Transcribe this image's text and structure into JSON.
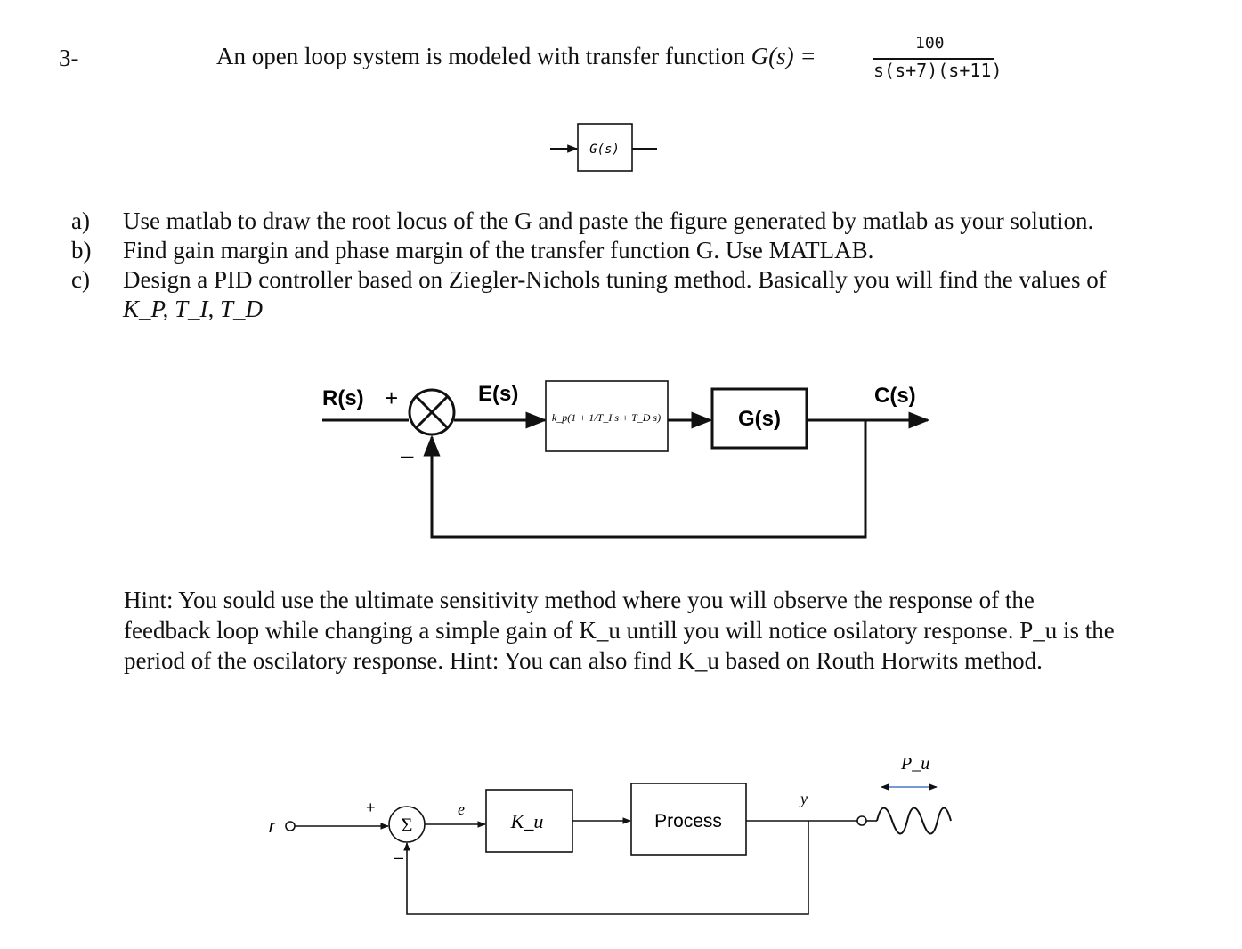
{
  "question": {
    "number": "3-",
    "statement": "An open loop system is modeled with transfer function",
    "transfer_function": {
      "lhs": "G(s) =",
      "numerator": "100",
      "denominator": "s(s+7)(s+11)"
    }
  },
  "block_small": {
    "label": "G(s)"
  },
  "items": [
    {
      "letter": "a)",
      "text": "Use matlab to draw the root locus of the G and paste the figure generated by matlab as your solution."
    },
    {
      "letter": "b)",
      "text": "Find gain margin and phase margin of the transfer function G. Use MATLAB."
    },
    {
      "letter": "c)",
      "text": "Design a PID controller based on Ziegler-Nichols tuning method. Basically you will find the values of",
      "continuation": "K_P, T_I, T_D"
    }
  ],
  "pid_diagram": {
    "input_label": "R(s)",
    "plus_sign": "+",
    "minus_sign": "–",
    "error_label": "E(s)",
    "controller_label": "k_p(1 + 1/T_I s + T_D s)",
    "plant_label": "G(s)",
    "output_label": "C(s)"
  },
  "hint": {
    "lines": [
      "Hint: You sould use the ultimate sensitivity method where you will observe the response of the",
      "feedback loop while changing  a simple gain of K_u untill you will notice osilatory response. P_u is the",
      "period of the oscilatory response. Hint: You can also find K_u based on Routh Horwits method."
    ]
  },
  "ultimate_diagram": {
    "input_label": "r",
    "plus_sign": "+",
    "minus_sign": "–",
    "sum_symbol": "Σ",
    "error_label": "e",
    "gain_label": "K_u",
    "process_label": "Process",
    "output_label": "y",
    "period_label": "P_u"
  }
}
